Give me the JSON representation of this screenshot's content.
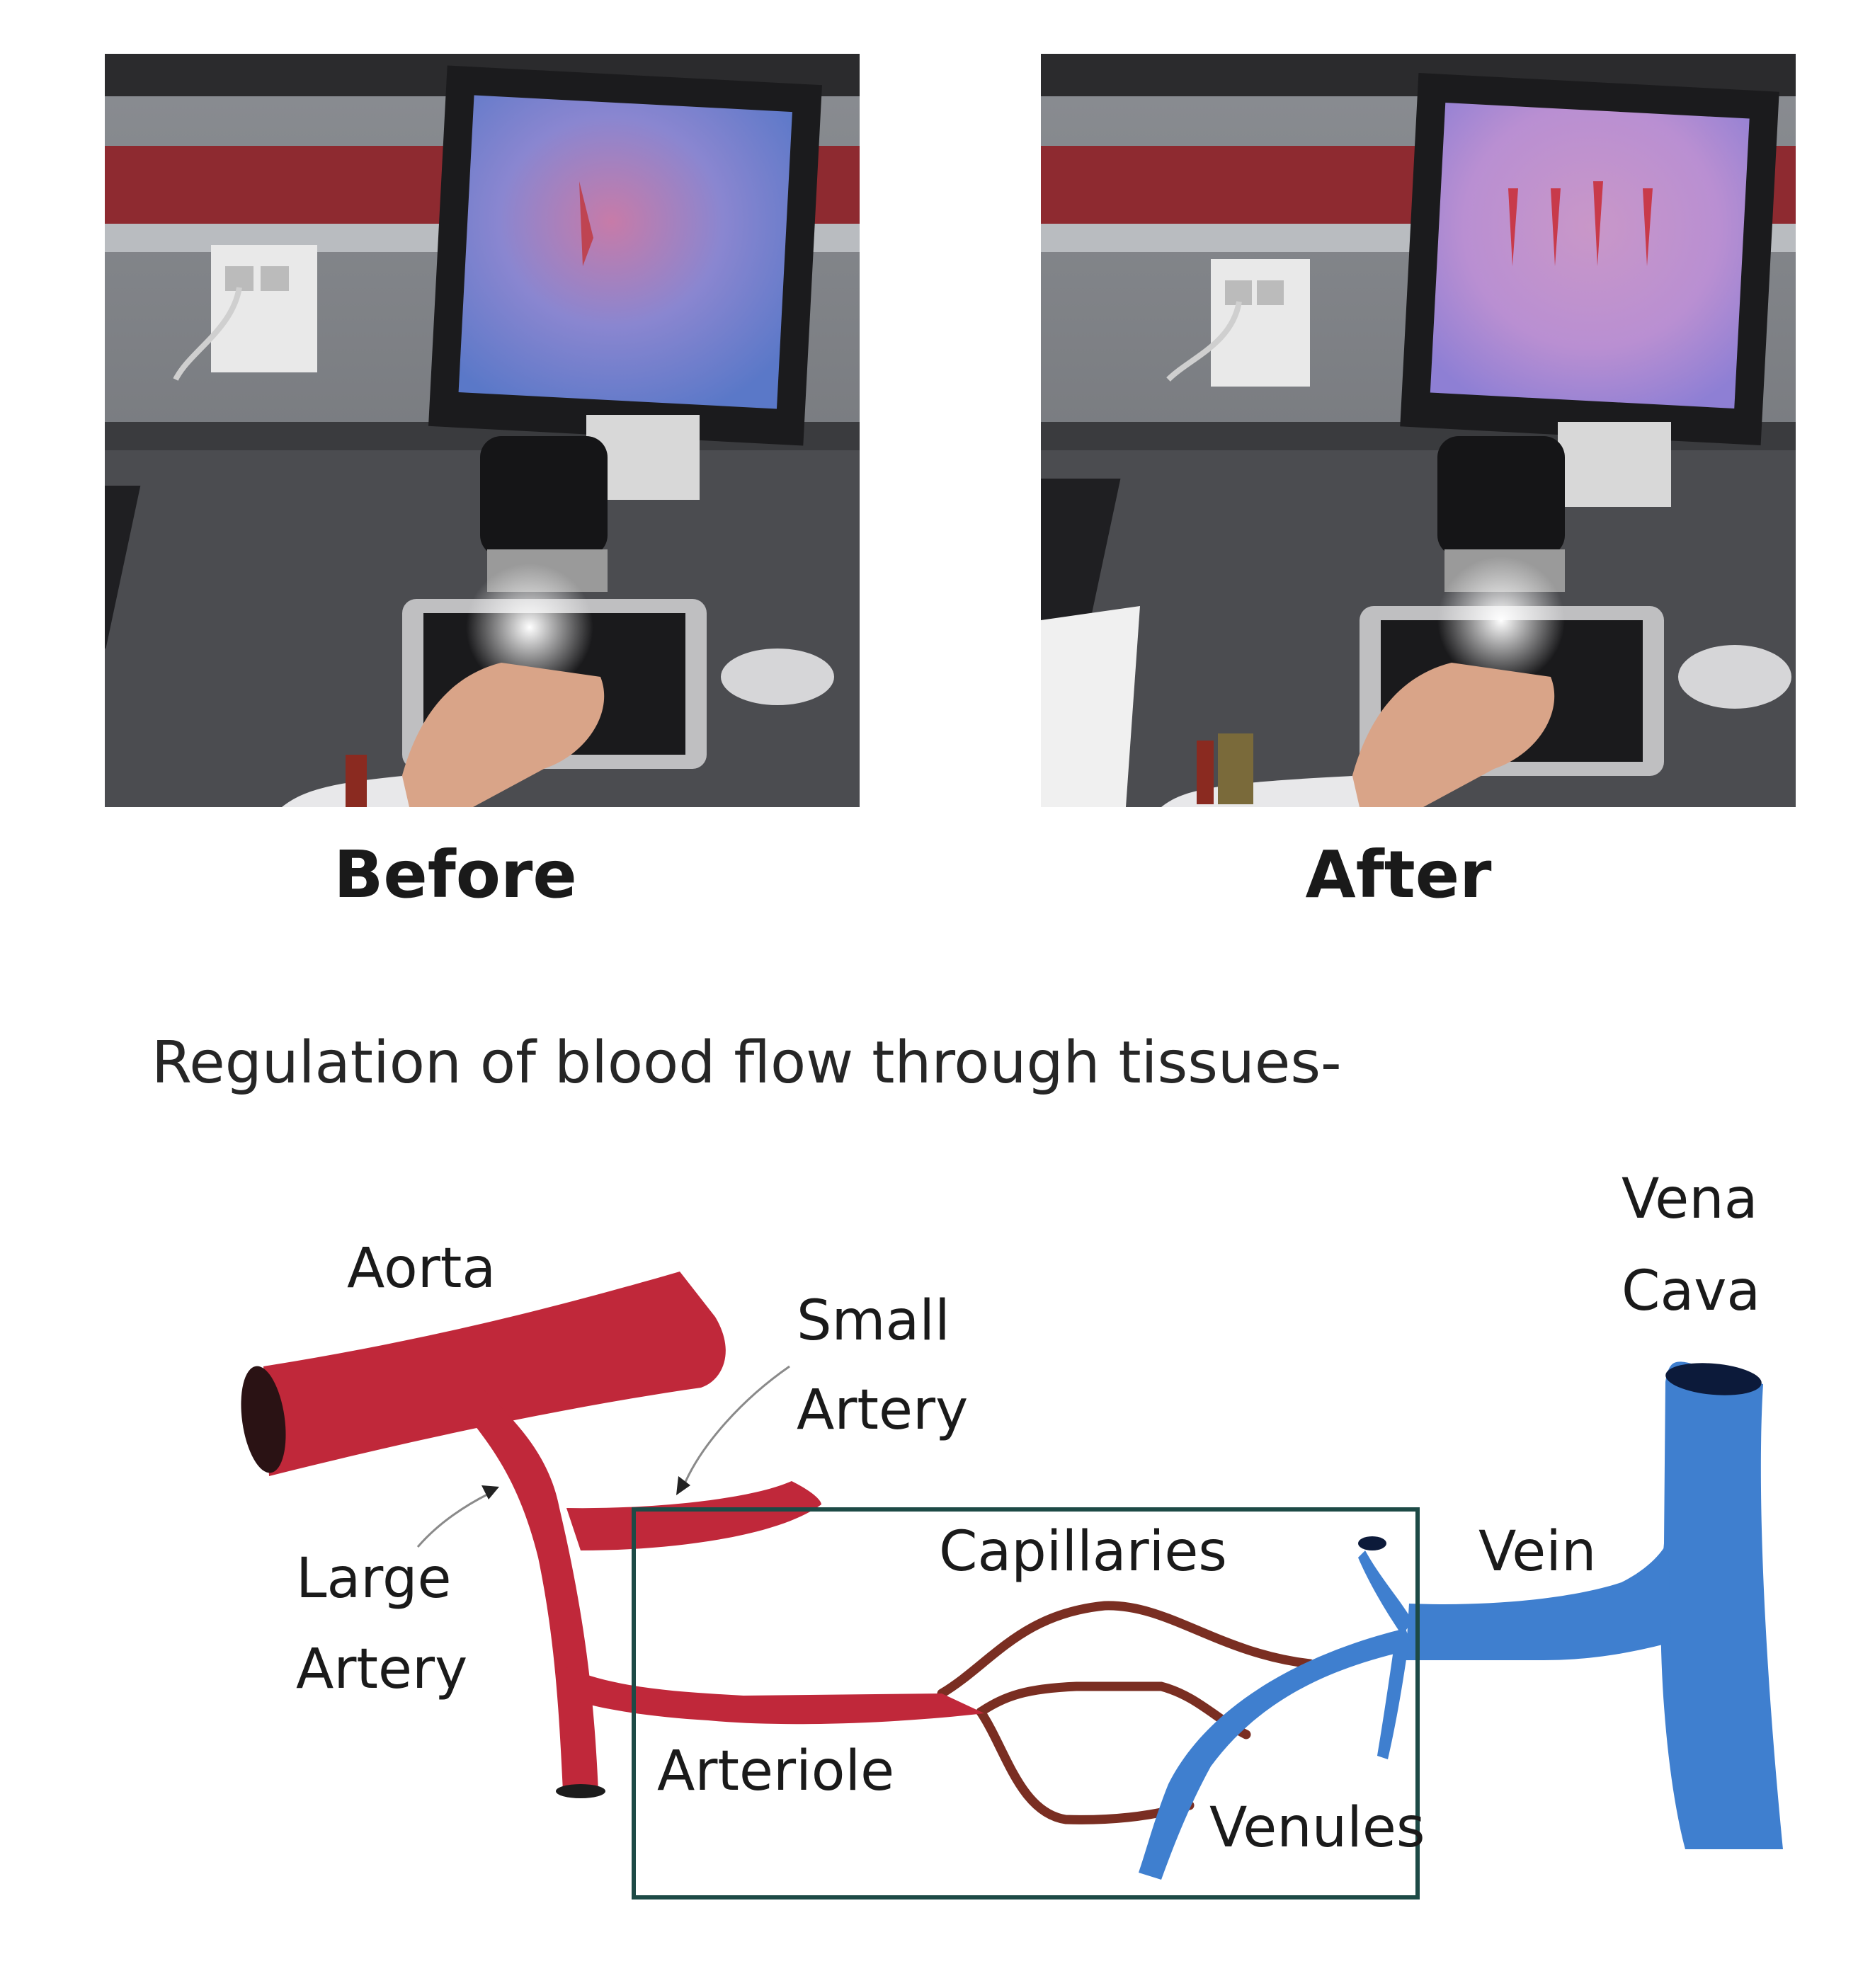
{
  "photos": {
    "before": {
      "caption": "Before"
    },
    "after": {
      "caption": "After"
    }
  },
  "diagram": {
    "title": "Regulation of blood flow through tissues-",
    "labels": {
      "aorta": "Aorta",
      "small_artery_line1": "Small",
      "small_artery_line2": "Artery",
      "large_artery_line1": "Large",
      "large_artery_line2": "Artery",
      "capillaries": "Capillaries",
      "arteriole": "Arteriole",
      "venules": "Venules",
      "vein": "Vein",
      "vena_cava_line1": "Vena",
      "vena_cava_line2": "Cava"
    }
  },
  "colors": {
    "artery": "#c0283a",
    "vein": "#3f7fcf",
    "capillary": "#7a2e22",
    "box": "#1d4a46"
  }
}
